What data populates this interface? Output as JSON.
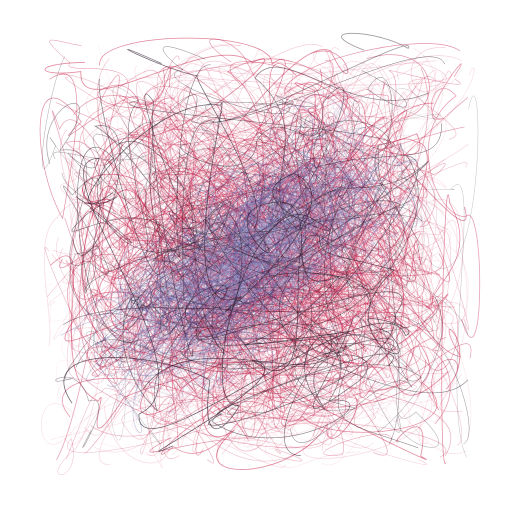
{
  "artwork": {
    "background": "#ffffff",
    "palette": {
      "crimson": "#c8264e",
      "pink": "#e58aa6",
      "navy": "#3a3f8a",
      "lavender": "#8e95c8",
      "ink": "#2a1a2a"
    },
    "layers": [
      {
        "name": "pink-haze",
        "color_key": "pink",
        "region": "full-square",
        "density": "high",
        "opacity": 0.35
      },
      {
        "name": "crimson-threads",
        "color_key": "crimson",
        "region": "full-square",
        "density": "high",
        "opacity": 0.45
      },
      {
        "name": "blue-ribbon",
        "color_key": "navy",
        "region": "diagonal-band",
        "density": "medium",
        "opacity": 0.35
      },
      {
        "name": "lavender-wisps",
        "color_key": "lavender",
        "region": "diagonal-band",
        "density": "medium",
        "opacity": 0.3
      },
      {
        "name": "dark-scribbles",
        "color_key": "ink",
        "region": "full-square",
        "density": "low",
        "opacity": 0.55
      }
    ]
  }
}
